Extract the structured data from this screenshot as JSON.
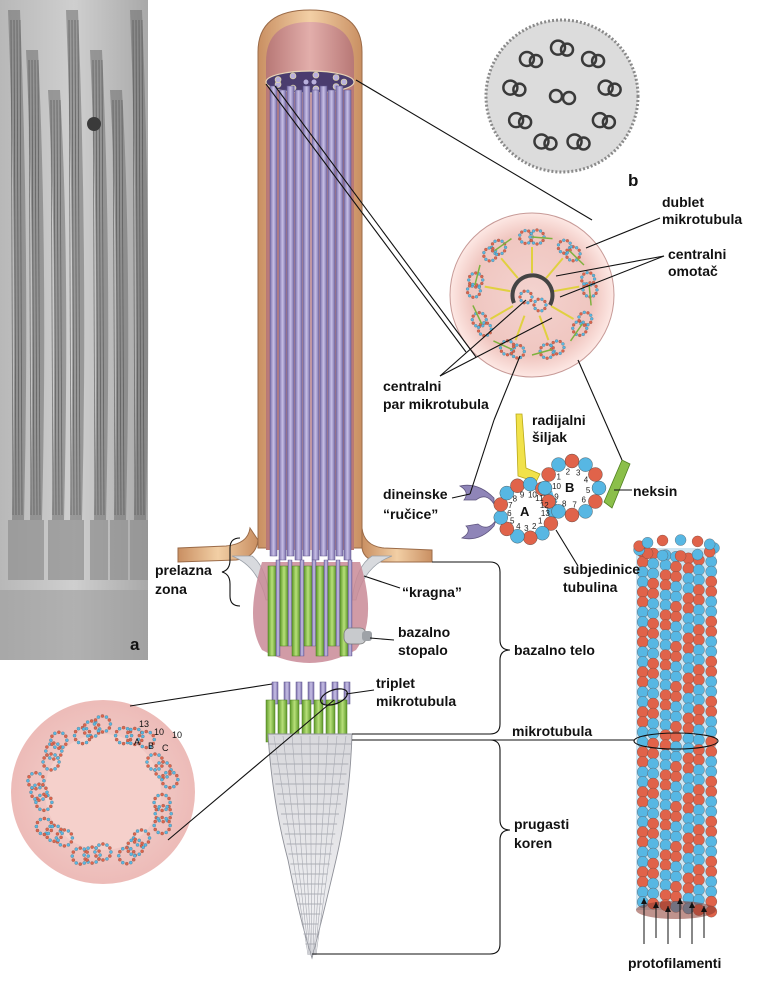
{
  "labels": {
    "panel_a": "a",
    "panel_b": "b",
    "dublet_1": "dublet",
    "dublet_2": "mikrotubula",
    "omotac_1": "centralni",
    "omotac_2": "omotač",
    "par_1": "centralni",
    "par_2": "par mikrotubula",
    "siljak_1": "radijalni",
    "siljak_2": "šiljak",
    "dineinske_1": "dineinske",
    "dineinske_2": "“ručice”",
    "neksin": "neksin",
    "subjedinice_1": "subjedinice",
    "subjedinice_2": "tubulina",
    "prelazna_1": "prelazna",
    "prelazna_2": "zona",
    "kragna": "“kragna”",
    "stopalo_1": "bazalno",
    "stopalo_2": "stopalo",
    "bazalno_telo": "bazalno telo",
    "triplet_1": "triplet",
    "triplet_2": "mikrotubula",
    "mikrotubula": "mikrotubula",
    "prugasti_1": "prugasti",
    "prugasti_2": "koren",
    "protofilamenti": "protofilamenti"
  },
  "doublet_letters": {
    "a": "A",
    "b": "B"
  },
  "triplet_letters": {
    "a": "A",
    "b": "B",
    "c": "C"
  },
  "doublet_numbers_a": [
    "1",
    "2",
    "3",
    "4",
    "5",
    "6",
    "7",
    "8",
    "9",
    "10",
    "11",
    "12",
    "13"
  ],
  "doublet_numbers_b": [
    "1",
    "2",
    "3",
    "4",
    "5",
    "6",
    "7",
    "8",
    "9",
    "10"
  ],
  "triplet_numbers": [
    "13",
    "10",
    "10"
  ],
  "colors": {
    "membrane": "#e2b48a",
    "cilium_interior": "#c98a88",
    "microtubule_violet": "#9d93c6",
    "microtubule_green": "#8bbf4a",
    "tubulin_red": "#e0634a",
    "tubulin_blue": "#57b7e3",
    "cross_section_pink": "#f2c7c0"
  }
}
